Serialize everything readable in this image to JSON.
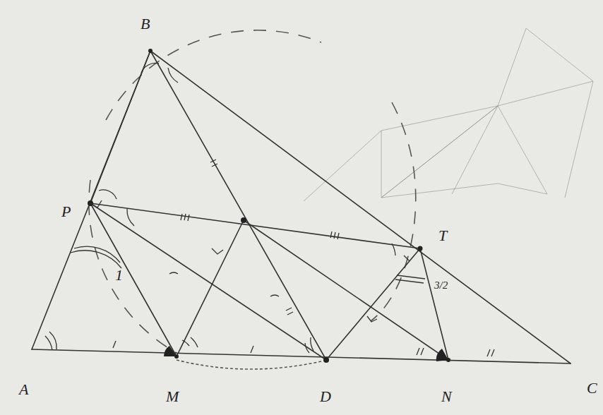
{
  "diagram": {
    "labels": [
      "B",
      "P",
      "A",
      "M",
      "D",
      "N",
      "C",
      "T",
      "1",
      "3/2"
    ]
  }
}
